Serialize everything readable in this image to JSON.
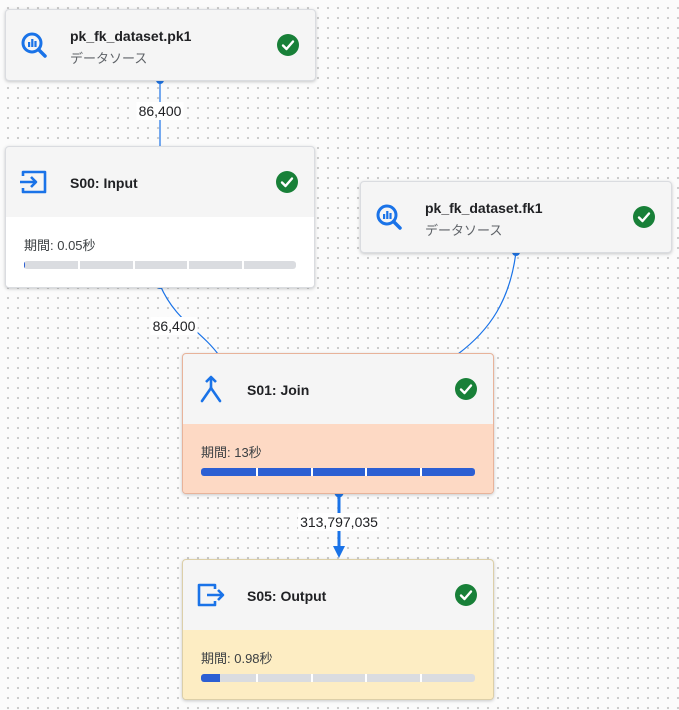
{
  "nodes": {
    "pk1": {
      "title": "pk_fk_dataset.pk1",
      "subtitle": "データソース",
      "icon": "bigquery-search-icon",
      "status": "success-check-icon"
    },
    "input": {
      "title": "S00: Input",
      "icon": "input-arrow-icon",
      "status": "success-check-icon",
      "duration": "期間: 0.05秒",
      "progress": 0.003
    },
    "fk1": {
      "title": "pk_fk_dataset.fk1",
      "subtitle": "データソース",
      "icon": "bigquery-search-icon",
      "status": "success-check-icon"
    },
    "join": {
      "title": "S01: Join",
      "icon": "join-merge-icon",
      "status": "success-check-icon",
      "duration": "期間: 13秒",
      "progress": 1.0
    },
    "output": {
      "title": "S05: Output",
      "icon": "output-arrow-icon",
      "status": "success-check-icon",
      "duration": "期間: 0.98秒",
      "progress": 0.07
    }
  },
  "edges": {
    "pk1_to_input": "86,400",
    "input_to_join": "86,400",
    "join_to_output": "313,797,035"
  },
  "colors": {
    "accent_blue": "#1a73e8",
    "success_green": "#188038",
    "progress_blue": "#2c5fd3",
    "join_body": "#fdd9c4",
    "output_body": "#fdedc3"
  }
}
